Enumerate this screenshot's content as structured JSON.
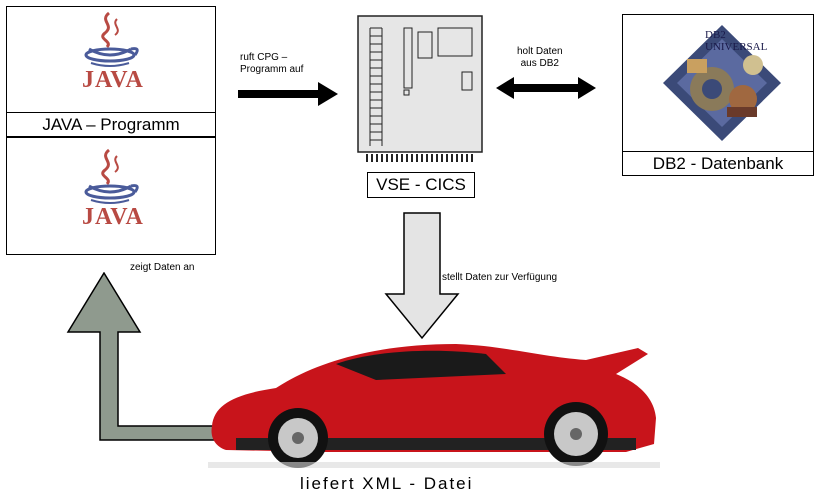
{
  "java_box_top": {
    "logo_text": "JAVA",
    "label": "JAVA – Programm"
  },
  "java_box_bottom": {
    "logo_text": "JAVA"
  },
  "arrow_call": {
    "text": "ruft CPG –\nProgramm auf"
  },
  "cics": {
    "label": "VSE - CICS"
  },
  "arrow_db": {
    "text": "holt Daten\naus DB2"
  },
  "db2": {
    "logo_text": "DB2 UNIVERSAL",
    "label": "DB2 - Datenbank"
  },
  "down_arrow": {
    "text": "stellt Daten zur Verfügung"
  },
  "show_data": {
    "text": "zeigt Daten an"
  },
  "car": {
    "caption": "liefert XML - Datei"
  },
  "colors": {
    "java_red": "#b84a43",
    "chip_gray": "#e6e6e6",
    "arrow_gray_dark": "#8f9a8e",
    "arrow_gray_light": "#e4e4e4",
    "car_red": "#c8141b"
  }
}
